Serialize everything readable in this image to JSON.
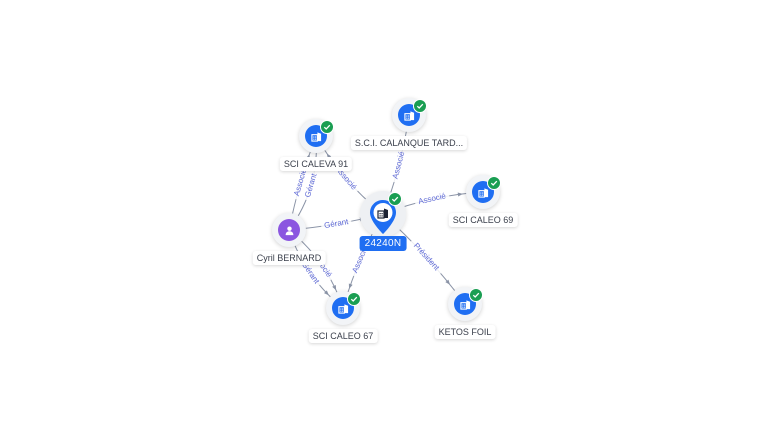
{
  "colors": {
    "company": "#1f6ef2",
    "person": "#8b56e0",
    "verified": "#1a9e52",
    "edge": "#8a93a6",
    "edge_label": "#5f6ad6",
    "center_label_bg": "#1f6ef2"
  },
  "center": {
    "label": "24240N",
    "icon": "building-icon",
    "verified": true
  },
  "nodes": [
    {
      "id": "sci-caleva-91",
      "label": "SCI CALEVA 91",
      "kind": "company",
      "icon": "building-icon",
      "verified": true
    },
    {
      "id": "sci-calanque",
      "label": "S.C.I. CALANQUE TARD...",
      "kind": "company",
      "icon": "building-icon",
      "verified": true
    },
    {
      "id": "sci-caleo-69",
      "label": "SCI CALEO 69",
      "kind": "company",
      "icon": "building-icon",
      "verified": true
    },
    {
      "id": "cyril-bernard",
      "label": "Cyril BERNARD",
      "kind": "person",
      "icon": "person-icon",
      "verified": false
    },
    {
      "id": "sci-caleo-67",
      "label": "SCI CALEO 67",
      "kind": "company",
      "icon": "building-icon",
      "verified": true
    },
    {
      "id": "ketos-foil",
      "label": "KETOS FOIL",
      "kind": "company",
      "icon": "building-icon",
      "verified": true
    }
  ],
  "edges": [
    {
      "from": "center",
      "to": "sci-calanque",
      "label": "Associé"
    },
    {
      "from": "center",
      "to": "sci-caleva-91",
      "label": "Associé"
    },
    {
      "from": "center",
      "to": "sci-caleo-69",
      "label": "Associé"
    },
    {
      "from": "cyril-bernard",
      "to": "center",
      "label": "Gérant"
    },
    {
      "from": "center",
      "to": "sci-caleo-67",
      "label": "Associé"
    },
    {
      "from": "center",
      "to": "ketos-foil",
      "label": "Président"
    },
    {
      "from": "cyril-bernard",
      "to": "sci-caleva-91",
      "label": "Gérant"
    },
    {
      "from": "cyril-bernard",
      "to": "sci-caleva-91",
      "label": "Associé"
    },
    {
      "from": "cyril-bernard",
      "to": "sci-caleo-67",
      "label": "Gérant"
    },
    {
      "from": "cyril-bernard",
      "to": "sci-caleo-67",
      "label": "Associé"
    }
  ]
}
